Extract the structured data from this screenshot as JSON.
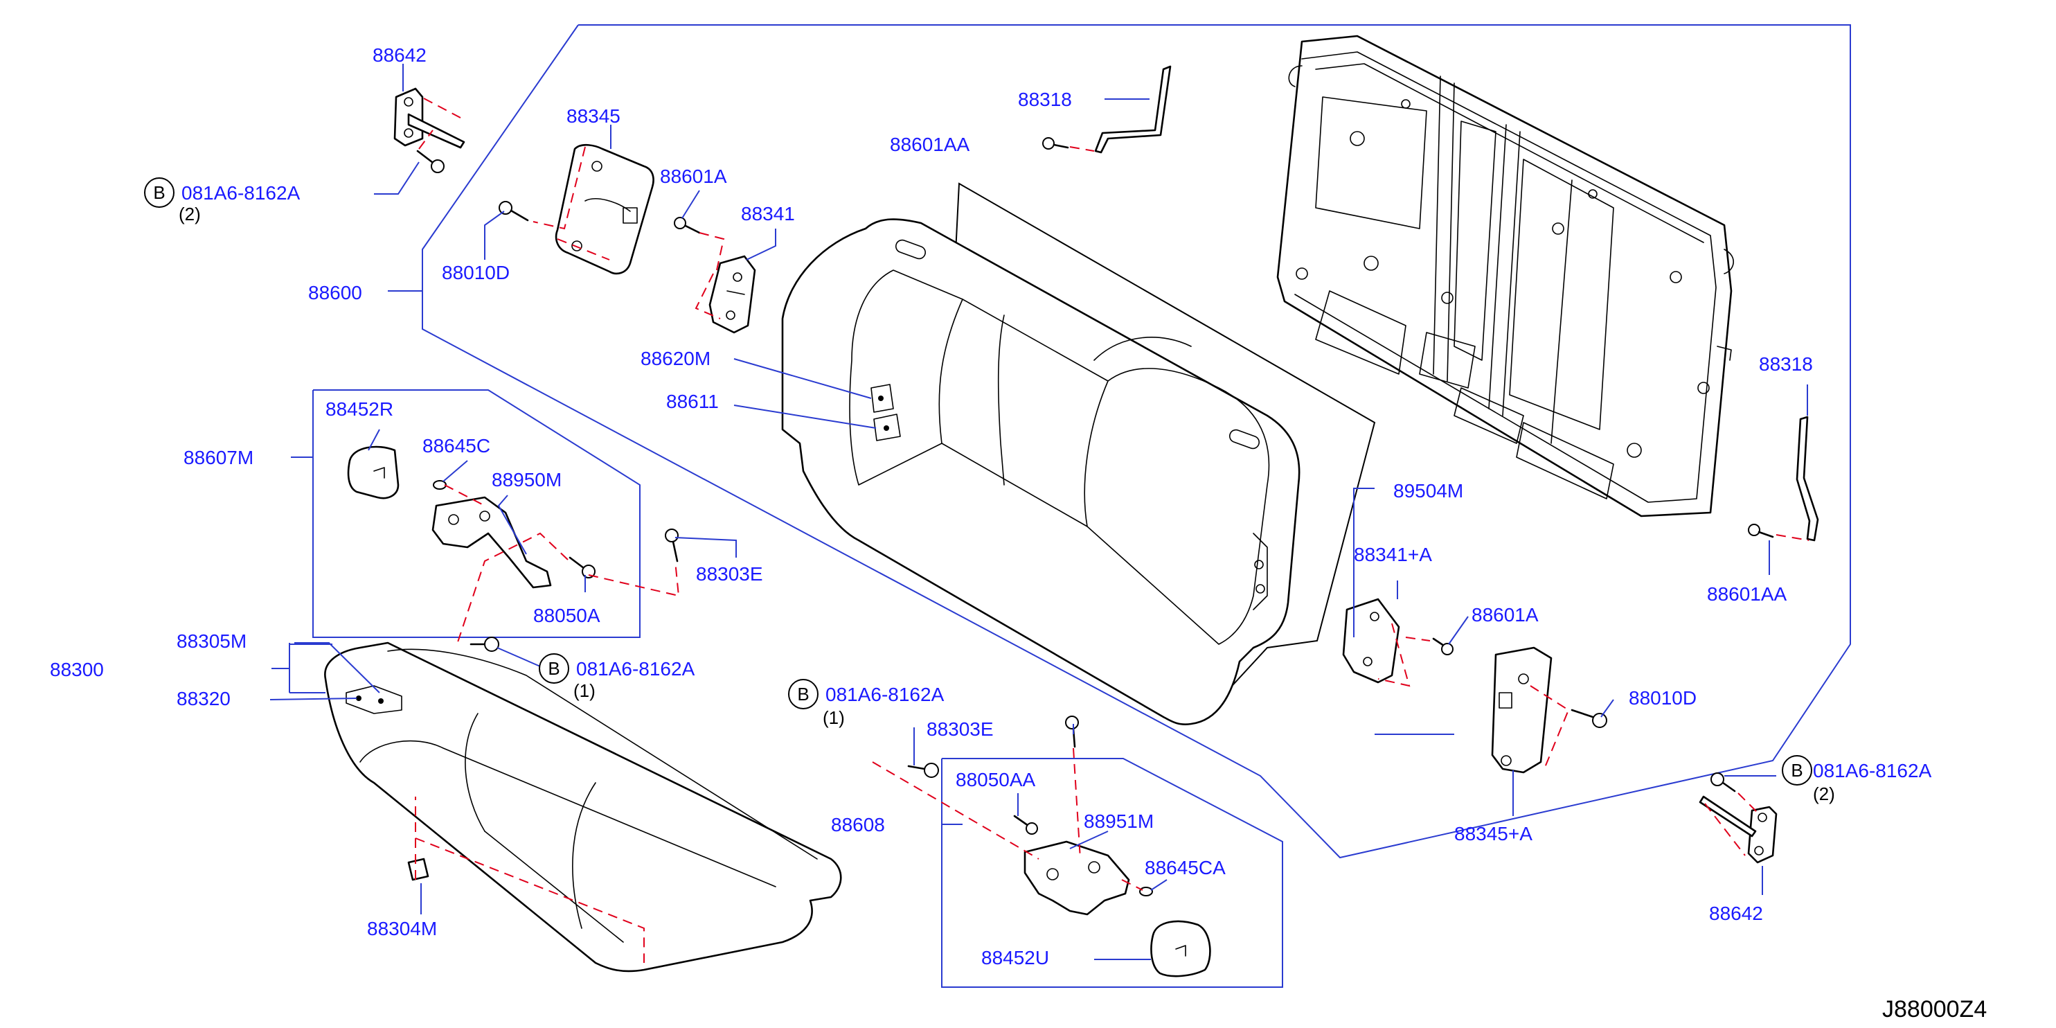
{
  "diagram": {
    "code": "J88000Z4",
    "circle_letter": "B",
    "labels": {
      "p88642_top": "88642",
      "p88345": "88345",
      "b081_top": "081A6-8162A",
      "qty2_top": "(2)",
      "p88601A_top": "88601A",
      "p88341": "88341",
      "p88010D_left": "88010D",
      "p88600": "88600",
      "p88318_top": "88318",
      "p88601AA_top": "88601AA",
      "p88620M": "88620M",
      "p88611": "88611",
      "p88452R": "88452R",
      "p88645C": "88645C",
      "p88950M": "88950M",
      "p88607M": "88607M",
      "p88303E_left": "88303E",
      "p88050A": "88050A",
      "p88305M": "88305M",
      "p88300": "88300",
      "p88320": "88320",
      "b081_mid": "081A6-8162A",
      "qty1_mid": "(1)",
      "p88304M": "88304M",
      "b081_low": "081A6-8162A",
      "qty1_low": "(1)",
      "p88303E_right": "88303E",
      "p88050AA": "88050AA",
      "p88951M": "88951M",
      "p88608": "88608",
      "p88645CA": "88645CA",
      "p88452U": "88452U",
      "p89504M": "89504M",
      "p88341A": "88341+A",
      "p88601A_right": "88601A",
      "p88010D_right": "88010D",
      "p88345A": "88345+A",
      "b081_right": "081A6-8162A",
      "qty2_right": "(2)",
      "p88642_right": "88642",
      "p88318_right": "88318",
      "p88601AA_right": "88601AA"
    }
  }
}
